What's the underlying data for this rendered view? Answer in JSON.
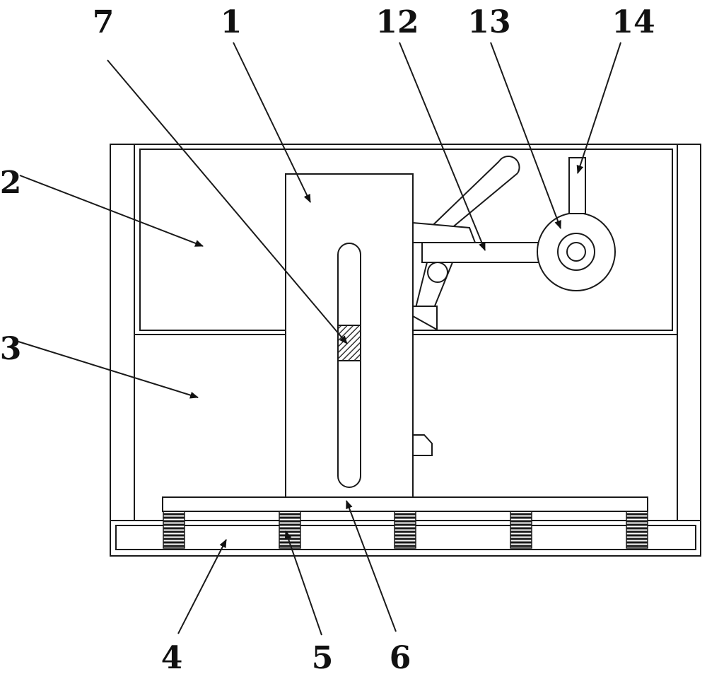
{
  "labels": {
    "l7": "7",
    "l1": "1",
    "l12": "12",
    "l13": "13",
    "l14": "14",
    "l2": "2",
    "l3": "3",
    "l4": "4",
    "l5": "5",
    "l6": "6"
  },
  "colors": {
    "line": "#1a1a1a",
    "background": "#ffffff",
    "hatch": "#333333"
  }
}
